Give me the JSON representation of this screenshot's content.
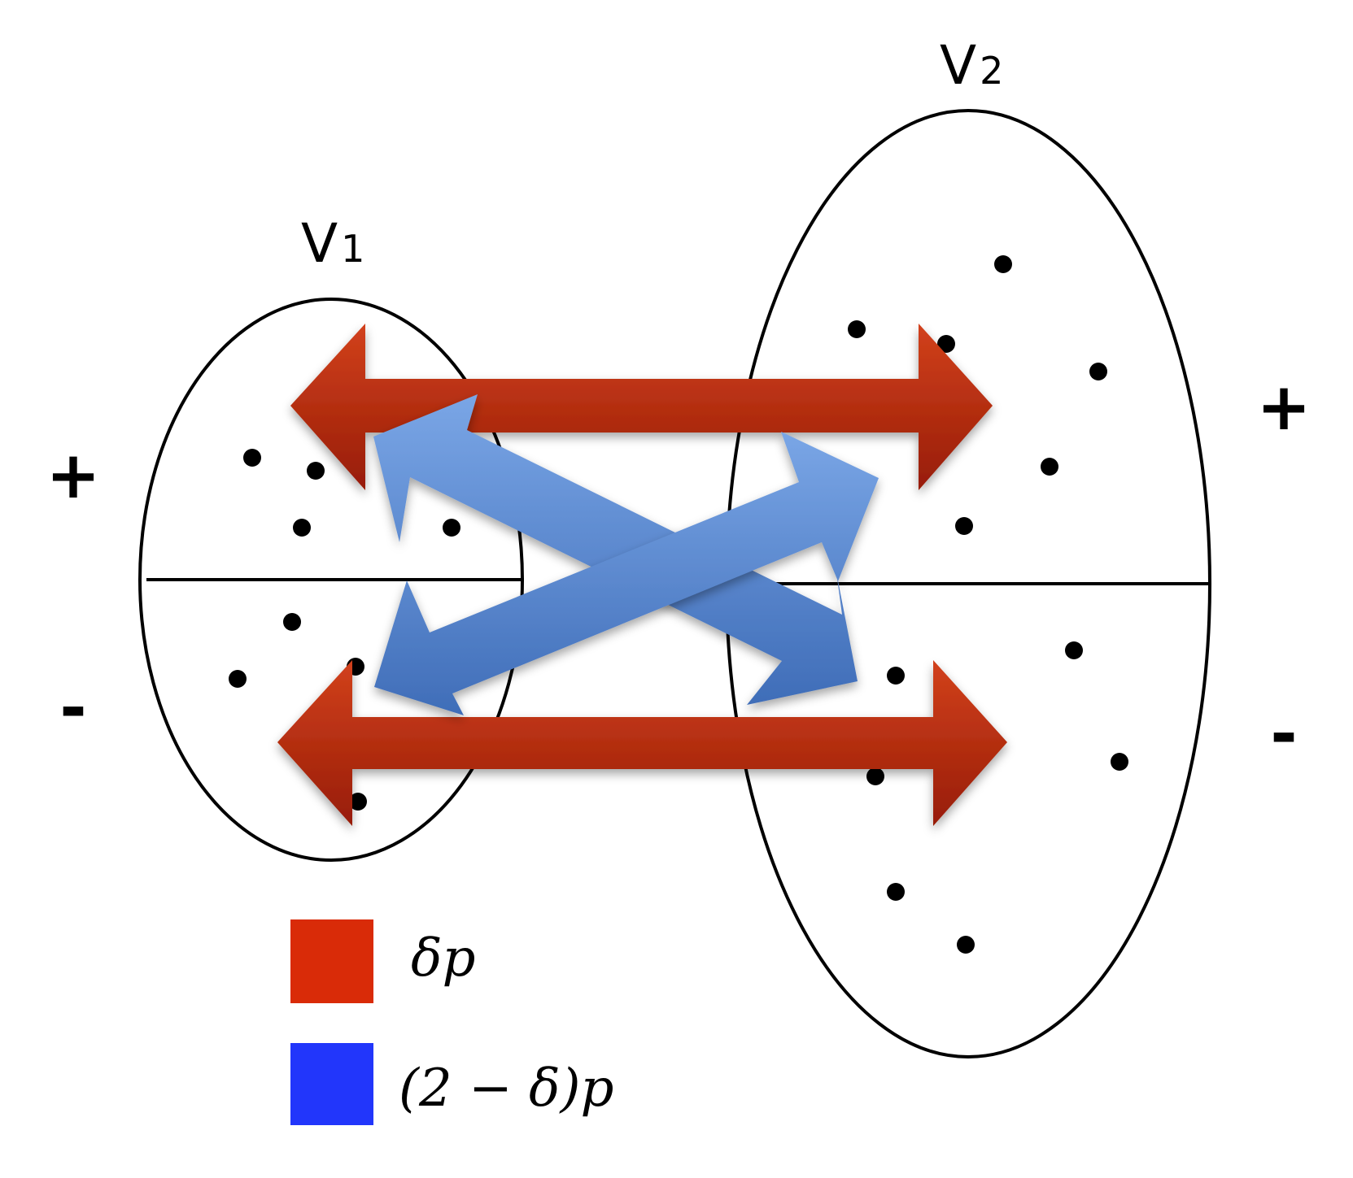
{
  "sets": {
    "v1": {
      "name": "V",
      "sub": "1"
    },
    "v2": {
      "name": "V",
      "sub": "2"
    }
  },
  "signs": {
    "plus": "+",
    "minus": "-"
  },
  "legend": [
    {
      "text": "δp",
      "color": "#d92b08"
    },
    {
      "text": "(2 − δ)p",
      "color": "#2236fb"
    }
  ],
  "colors": {
    "intra_arrow_light": "#d2411c",
    "intra_arrow_dark": "#971c06",
    "cross_arrow_light": "#7aa6e6",
    "cross_arrow_dark": "#3f6db8",
    "outline": "#000000"
  }
}
